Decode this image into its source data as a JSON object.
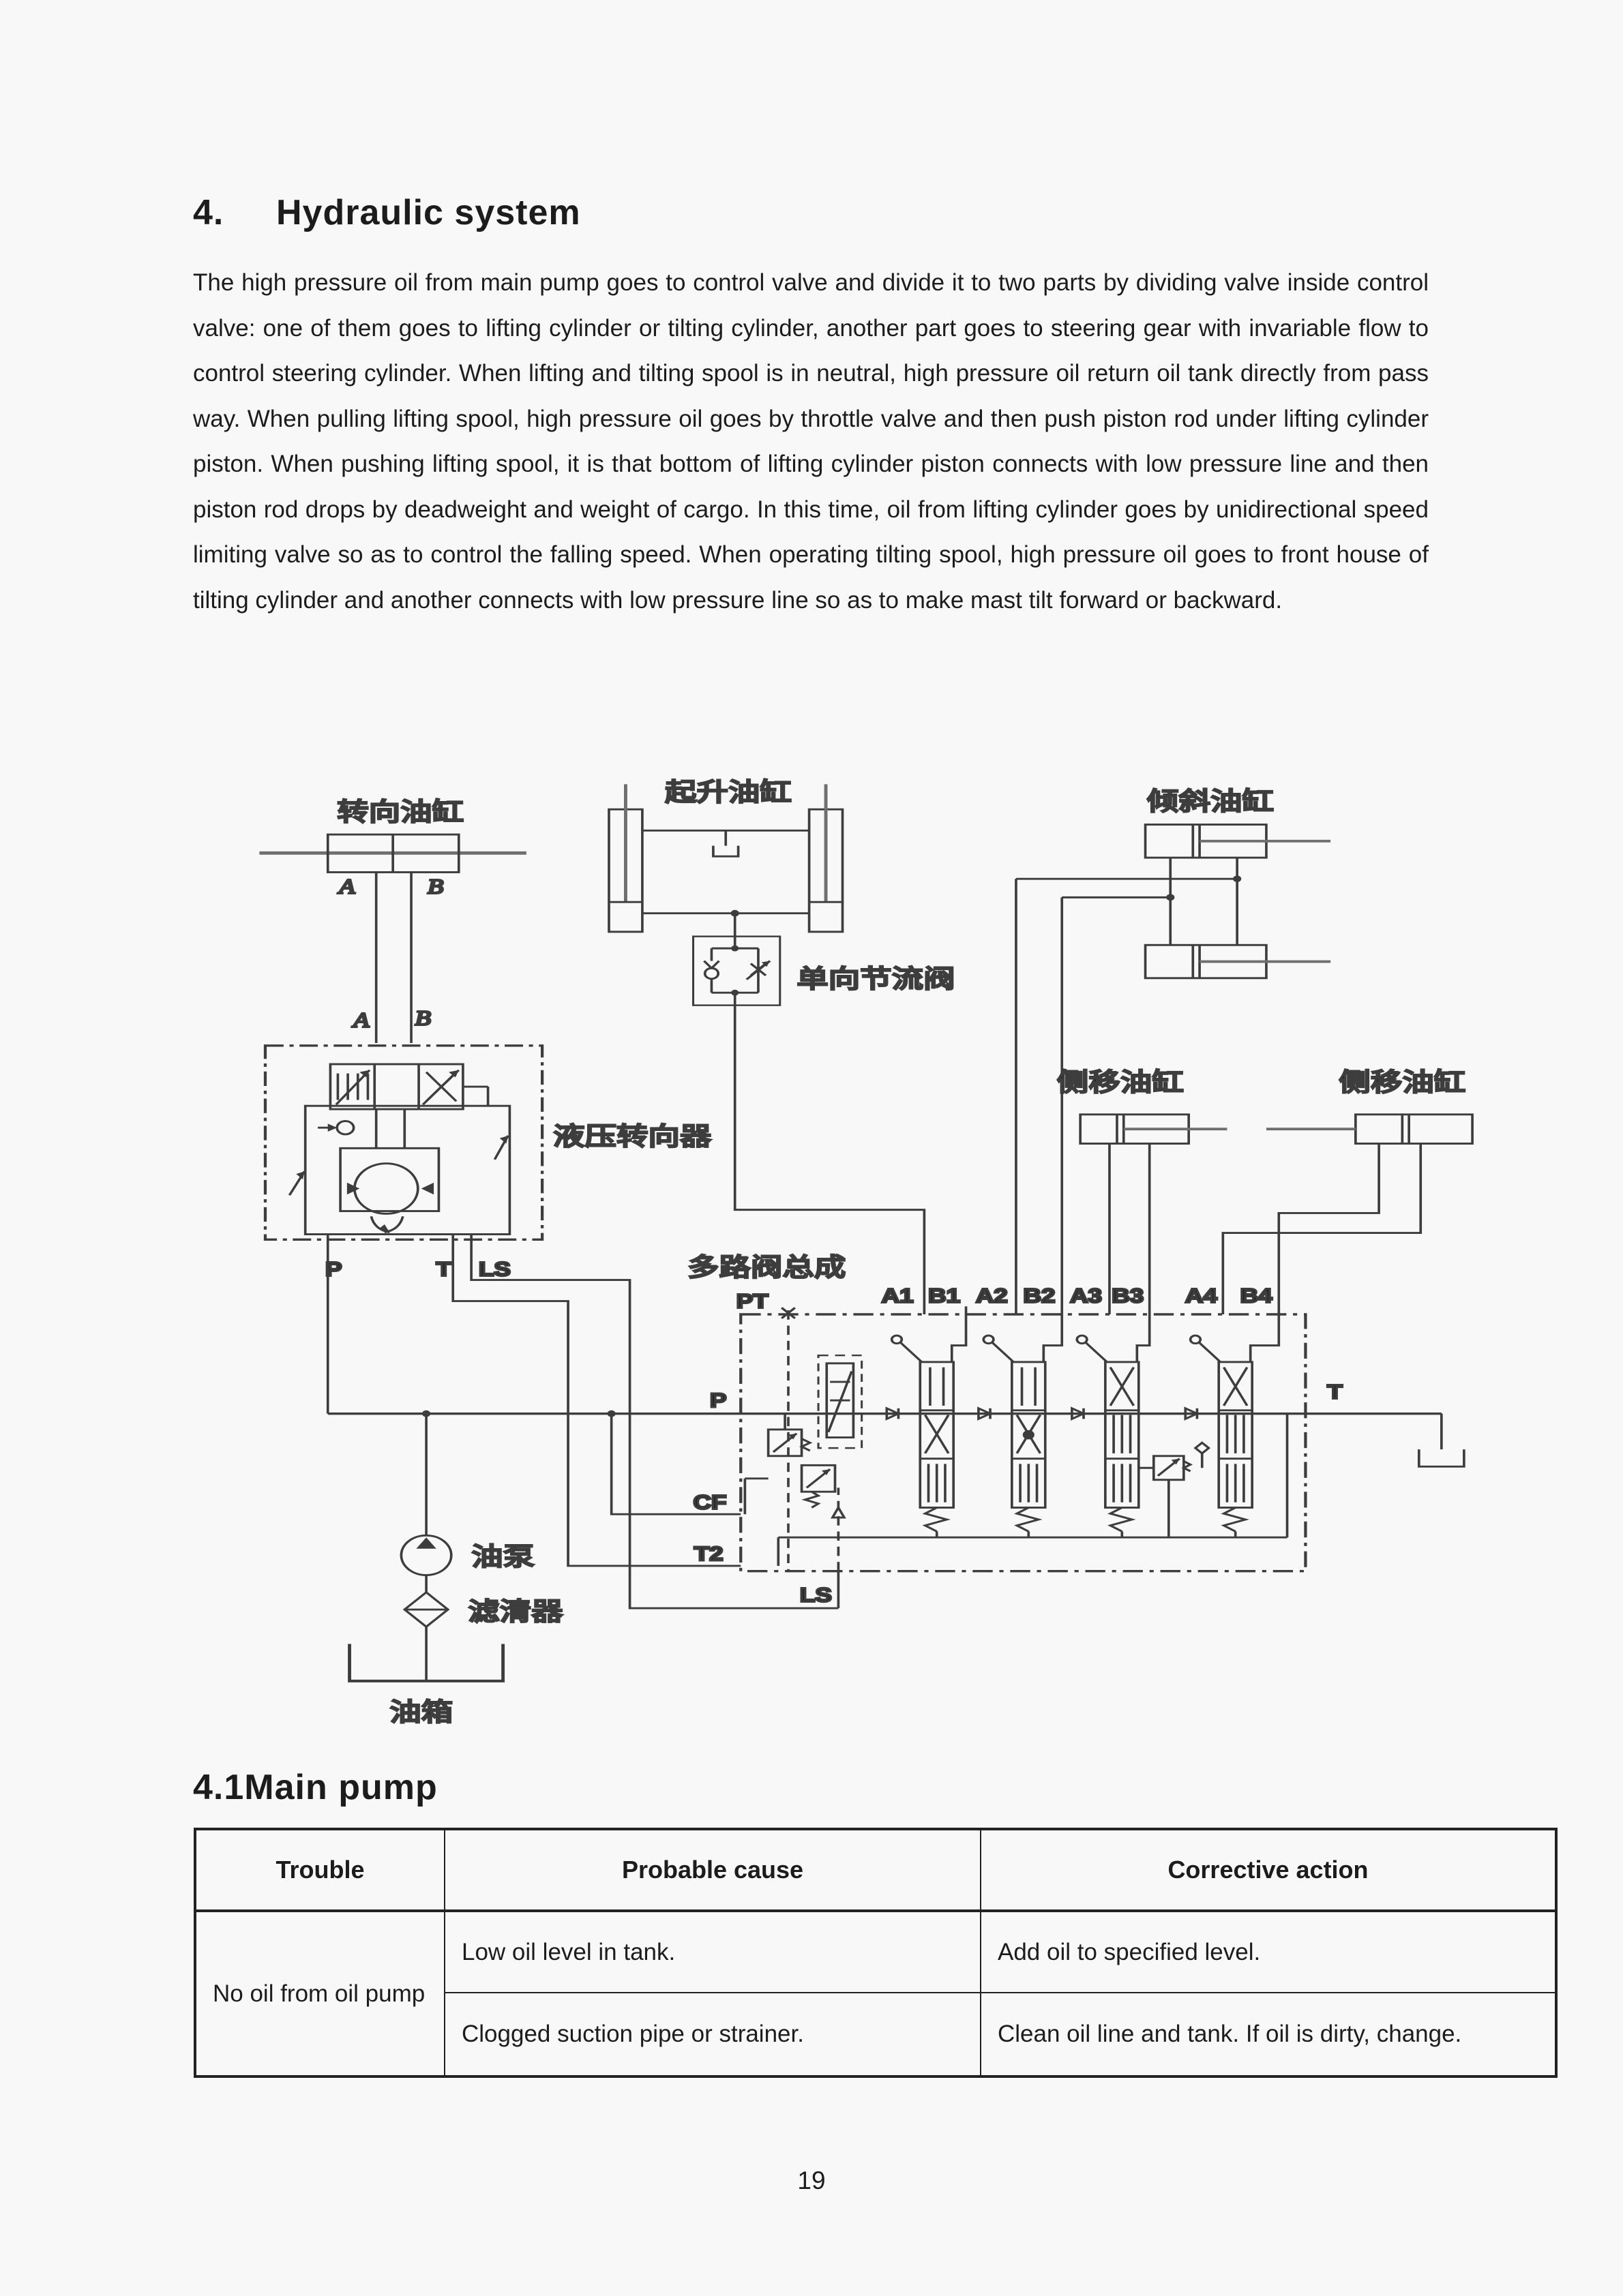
{
  "page": {
    "heading": {
      "number": "4.",
      "title": "Hydraulic system"
    },
    "paragraph": "The high pressure oil from main pump goes to control valve and divide it to two parts by dividing valve inside control valve: one of them goes to lifting cylinder or tilting cylinder, another part goes to steering gear with invariable flow to control steering cylinder. When lifting and tilting spool is in neutral, high pressure oil return oil tank directly from pass way. When pulling lifting spool, high pressure oil goes by throttle valve and then push piston rod under lifting cylinder piston. When pushing lifting spool, it is that bottom of lifting cylinder piston connects with low pressure line and then piston rod drops by deadweight and weight of cargo. In this time, oil from lifting cylinder goes by unidirectional speed limiting valve so as to control the falling speed. When operating tilting spool, high pressure oil goes to front house of tilting cylinder and another connects with low pressure line so as to make mast tilt forward or backward.",
    "subheading": {
      "number": "4.1",
      "title": "Main pump"
    },
    "page_number": "19"
  },
  "diagram": {
    "labels": {
      "steering_cylinder": "转向油缸",
      "lift_cylinder": "起升油缸",
      "tilt_cylinder": "倾斜油缸",
      "one_way_throttle_valve": "单向节流阀",
      "hydraulic_steering_unit": "液压转向器",
      "side_shift_cylinder_left": "侧移油缸",
      "side_shift_cylinder_right": "侧移油缸",
      "multi_way_valve_assembly": "多路阀总成",
      "oil_pump": "油泵",
      "oil_filter": "滤清器",
      "oil_tank": "油箱"
    },
    "ports": {
      "cyl_a": "A",
      "cyl_b": "B",
      "line_a": "A",
      "line_b": "B",
      "steer_p": "P",
      "steer_t": "T",
      "steer_ls": "LS",
      "pt": "PT",
      "a1": "A1",
      "b1": "B1",
      "a2": "A2",
      "b2": "B2",
      "a3": "A3",
      "b3": "B3",
      "a4": "A4",
      "b4": "B4",
      "valve_p": "P",
      "valve_cf": "CF",
      "valve_t2": "T2",
      "valve_ls": "LS",
      "valve_t": "T"
    }
  },
  "table": {
    "headers": [
      "Trouble",
      "Probable cause",
      "Corrective action"
    ],
    "trouble": "No oil from oil pump",
    "rows": [
      {
        "cause": "Low oil level in tank.",
        "action": "Add oil to specified level."
      },
      {
        "cause": "Clogged suction pipe or strainer.",
        "action": "Clean oil line and tank. If oil is dirty, change."
      }
    ]
  }
}
